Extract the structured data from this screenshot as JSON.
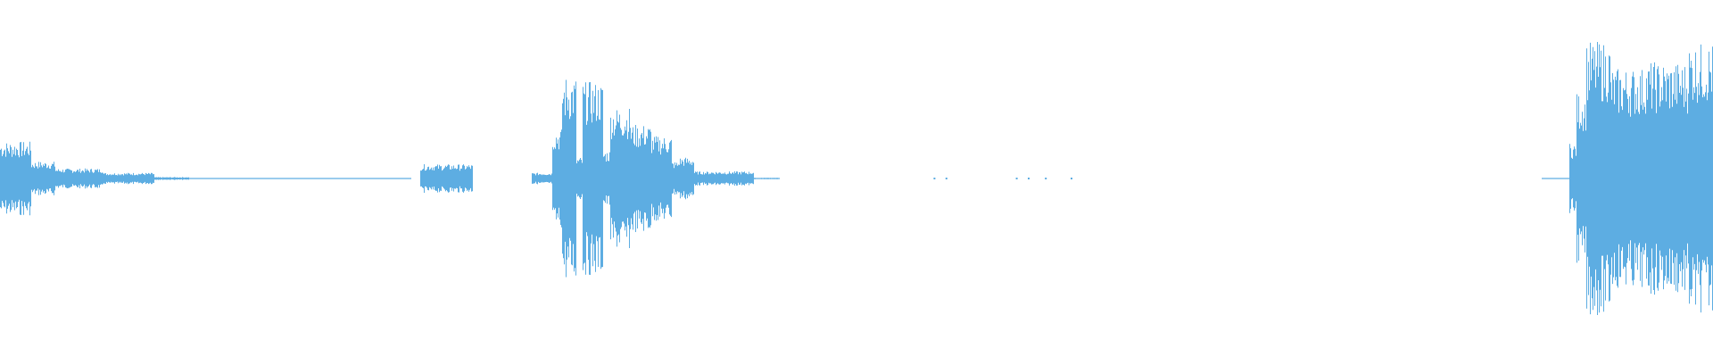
{
  "waveform": {
    "color": "#5dade2",
    "background": "#ffffff",
    "segments": [
      {
        "start": 0.0,
        "end": 0.018,
        "amplitude": 0.26
      },
      {
        "start": 0.018,
        "end": 0.032,
        "amplitude": 0.12
      },
      {
        "start": 0.032,
        "end": 0.06,
        "amplitude": 0.07
      },
      {
        "start": 0.06,
        "end": 0.09,
        "amplitude": 0.04
      },
      {
        "start": 0.09,
        "end": 0.11,
        "amplitude": 0.01
      },
      {
        "start": 0.11,
        "end": 0.24,
        "amplitude": 0.004
      },
      {
        "start": 0.245,
        "end": 0.276,
        "amplitude": 0.1
      },
      {
        "start": 0.31,
        "end": 0.322,
        "amplitude": 0.04
      },
      {
        "start": 0.322,
        "end": 0.328,
        "amplitude": 0.35
      },
      {
        "start": 0.328,
        "end": 0.336,
        "amplitude": 0.72
      },
      {
        "start": 0.336,
        "end": 0.34,
        "amplitude": 0.15
      },
      {
        "start": 0.34,
        "end": 0.352,
        "amplitude": 0.68
      },
      {
        "start": 0.352,
        "end": 0.356,
        "amplitude": 0.2
      },
      {
        "start": 0.356,
        "end": 0.368,
        "amplitude": 0.5
      },
      {
        "start": 0.368,
        "end": 0.38,
        "amplitude": 0.38
      },
      {
        "start": 0.38,
        "end": 0.392,
        "amplitude": 0.3
      },
      {
        "start": 0.392,
        "end": 0.396,
        "amplitude": 0.12
      },
      {
        "start": 0.396,
        "end": 0.405,
        "amplitude": 0.15
      },
      {
        "start": 0.405,
        "end": 0.44,
        "amplitude": 0.05
      },
      {
        "start": 0.44,
        "end": 0.455,
        "amplitude": 0.005
      },
      {
        "start": 0.9,
        "end": 0.916,
        "amplitude": 0.004
      },
      {
        "start": 0.916,
        "end": 0.92,
        "amplitude": 0.25
      },
      {
        "start": 0.92,
        "end": 0.926,
        "amplitude": 0.6
      },
      {
        "start": 0.926,
        "end": 0.94,
        "amplitude": 0.96
      },
      {
        "start": 0.94,
        "end": 0.96,
        "amplitude": 0.78
      },
      {
        "start": 0.96,
        "end": 0.985,
        "amplitude": 0.82
      },
      {
        "start": 0.985,
        "end": 1.0,
        "amplitude": 0.95
      }
    ],
    "specks": [
      0.545,
      0.552,
      0.593,
      0.6,
      0.61,
      0.625
    ]
  }
}
